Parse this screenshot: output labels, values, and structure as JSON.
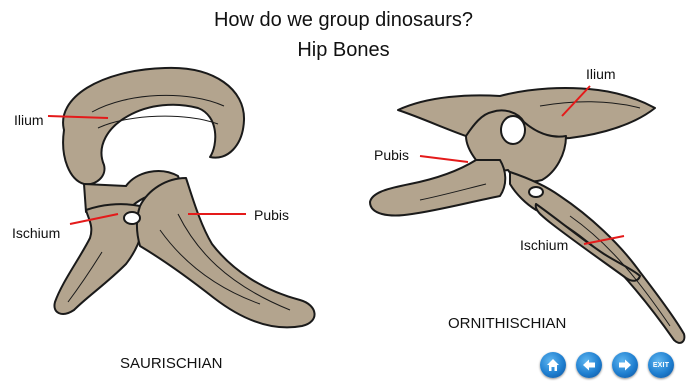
{
  "header": {
    "title": "How do we group dinosaurs?",
    "subtitle": "Hip Bones"
  },
  "saurischian": {
    "caption": "SAURISCHIAN",
    "labels": {
      "ilium": "Ilium",
      "ischium": "Ischium",
      "pubis": "Pubis"
    }
  },
  "ornithischian": {
    "caption": "ORNITHISCHIAN",
    "labels": {
      "ilium": "Ilium",
      "pubis": "Pubis",
      "ischium": "Ischium"
    }
  },
  "nav": {
    "home_icon": "home-icon",
    "back_icon": "arrow-left-icon",
    "forward_icon": "arrow-right-icon",
    "exit_label": "EXIT",
    "button_color": "#1f7fd0"
  },
  "colors": {
    "bone_fill": "#b3a48e",
    "bone_outline": "#1a1a1a",
    "pointer_line": "#e41a1a"
  }
}
